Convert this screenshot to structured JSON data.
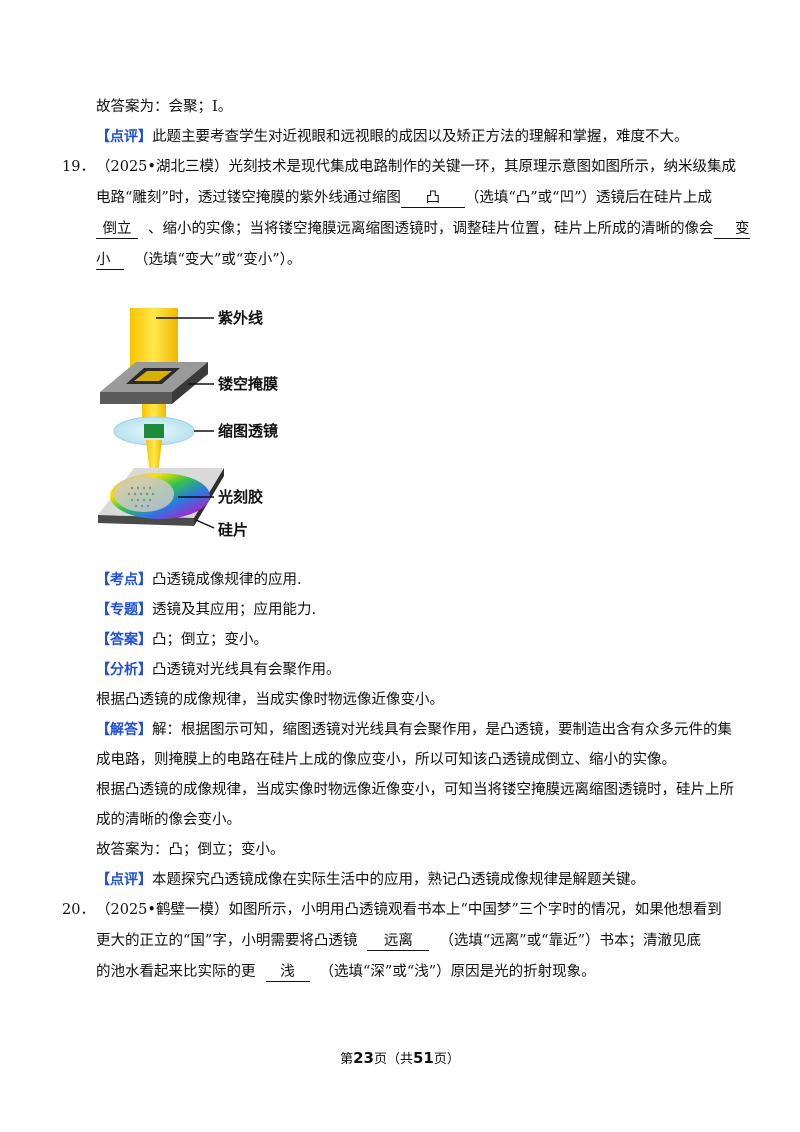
{
  "prev": {
    "answer": "故答案为：会聚；Ⅰ。",
    "comment_tag": "【点评】",
    "comment": "此题主要考查学生对近视眼和远视眼的成因以及矫正方法的理解和掌握，难度不大。"
  },
  "q19": {
    "number": "19．",
    "line1": "（2025•湖北三模）光刻技术是现代集成电路制作的关键一环，其原理示意图如图所示，纳米级集成",
    "line2_a": "电路“雕刻”时，透过镂空掩膜的紫外线通过缩图",
    "blank1": "凸",
    "line2_b": "（选填“凸”或“凹”）透镜后在硅片上成",
    "blank2": "倒立",
    "line3_a": "、缩小的实像；当将镂空掩膜远离缩图透镜时，调整硅片位置，硅片上所成的清晰的像会",
    "blank3a": "变",
    "blank3b": "小",
    "line4_b": "（选填“变大”或“变小”）。",
    "figure_labels": [
      "紫外线",
      "镂空掩膜",
      "缩图透镜",
      "光刻胶",
      "硅片"
    ],
    "kaodian_tag": "【考点】",
    "kaodian": "凸透镜成像规律的应用.",
    "zhuanti_tag": "【专题】",
    "zhuanti": "透镜及其应用；应用能力.",
    "daan_tag": "【答案】",
    "daan": "凸；倒立；变小。",
    "fenxi_tag": "【分析】",
    "fenxi": "凸透镜对光线具有会聚作用。",
    "fenxi2": "根据凸透镜的成像规律，当成实像时物远像近像变小。",
    "jieda_tag": "【解答】",
    "jieda1": "解：根据图示可知，缩图透镜对光线具有会聚作用，是凸透镜，要制造出含有众多元件的集",
    "jieda2": "成电路，则掩膜上的电路在硅片上成的像应变小，所以可知该凸透镜成倒立、缩小的实像。",
    "jieda3": "根据凸透镜的成像规律，当成实像时物远像近像变小，可知当将镂空掩膜远离缩图透镜时，硅片上所",
    "jieda4": "成的清晰的像会变小。",
    "answer": "故答案为：凸；倒立；变小。",
    "dianping_tag": "【点评】",
    "dianping": "本题探究凸透镜成像在实际生活中的应用，熟记凸透镜成像规律是解题关键。"
  },
  "q20": {
    "number": "20．",
    "line1": "（2025•鹤壁一模）如图所示，小明用凸透镜观看书本上“中国梦”三个字时的情况，如果他想看到",
    "line2_a": "更大的正立的“国”字，小明需要将凸透镜",
    "blank1": "远离",
    "line2_b": "（选填“远离”或“靠近”）书本；清澈见底",
    "line3_a": "的池水看起来比实际的更",
    "blank2": "浅",
    "line3_b": "（选填“深”或“浅”）原因是光的折射现象。"
  },
  "footer": {
    "pre": "第",
    "page": "23",
    "mid": "页（共",
    "total": "51",
    "post": "页）"
  }
}
